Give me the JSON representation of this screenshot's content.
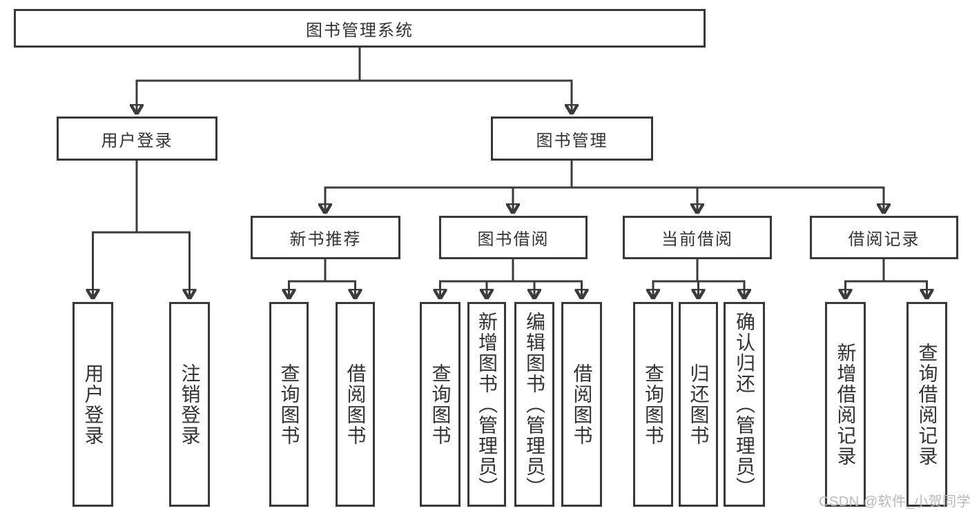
{
  "diagram": {
    "root": {
      "label": "图书管理系统"
    },
    "level1": [
      {
        "label": "用户登录"
      },
      {
        "label": "图书管理"
      }
    ],
    "level2": [
      {
        "label": "新书推荐"
      },
      {
        "label": "图书借阅"
      },
      {
        "label": "当前借阅"
      },
      {
        "label": "借阅记录"
      }
    ],
    "leaves": {
      "user_login": [
        {
          "label": "用户登录"
        },
        {
          "label": "注销登录"
        }
      ],
      "new_book_recommend": [
        {
          "label": "查询图书"
        },
        {
          "label": "借阅图书"
        }
      ],
      "book_borrowing": [
        {
          "label": "查询图书"
        },
        {
          "label": "新增图书（管理员）"
        },
        {
          "label": "编辑图书（管理员）"
        },
        {
          "label": "借阅图书"
        }
      ],
      "current_borrowing": [
        {
          "label": "查询图书"
        },
        {
          "label": "归还图书"
        },
        {
          "label": "确认归还（管理员）"
        }
      ],
      "borrowing_records": [
        {
          "label": "新增借阅记录"
        },
        {
          "label": "查询借阅记录"
        }
      ]
    }
  },
  "watermark": {
    "text": "CSDN @软件_小贺同学"
  },
  "colors": {
    "line": "#3b3b3b",
    "border": "#383838",
    "text": "#333333",
    "watermark": "#b9b9b9",
    "background": "#ffffff"
  }
}
